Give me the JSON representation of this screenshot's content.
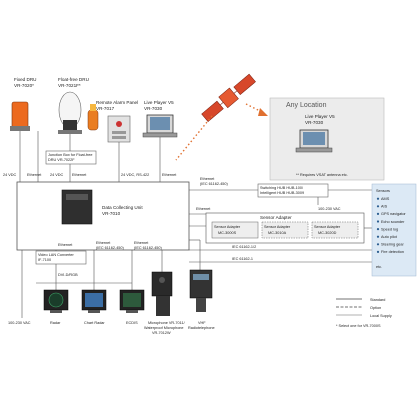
{
  "labels": {
    "float_free_dru_1": "Float-free DRU",
    "float_free_dru_1_model": "VR-7021F*",
    "fixed_dru": "Fixed DRU",
    "fixed_dru_model": "VR-7020*",
    "remote_alarm": "Remote Alarm Panel",
    "remote_alarm_model": "VR-7017",
    "live_player_local": "Live Player V5",
    "live_player_local_model": "VR-7030",
    "any_location": "Any Location",
    "live_player_remote": "Live Player V5",
    "live_player_remote_model": "VR-7030",
    "vsat_note": "** Requires VSAT antenna etc.",
    "junction_box_1": "Junction Box for Float-free",
    "junction_box_2": "DRU VR-7022F",
    "dcu": "Data Collecting Unit",
    "dcu_model": "VR-7010",
    "switching_hub_1": "Switching HUB HUB-100/",
    "switching_hub_2": "Intelligent HUB HUB-3009",
    "power_100_230_right": "100-230 VAC",
    "sensor_adapter": "Sensor Adapter",
    "sa1": "Sensor Adapter",
    "sa1_model": "MC-3000S",
    "sa2": "Sensor Adapter",
    "sa2_model": "MC-3010A",
    "sa3": "Sensor Adapter",
    "sa3_model": "MC-3020D",
    "iec_1_2": "IEC 61162-1/2",
    "iec_1": "IEC 61162-1",
    "video_lan_1": "Video LAN Converter",
    "video_lan_2": "IF-7100",
    "dvi": "DVI-D/RGB",
    "power_100_230_left": "100-230 VAC",
    "radar": "Radar",
    "chart_radar": "Chart Radar",
    "ecdis": "ECDIS",
    "microphone_1": "Microphone VR-7011/",
    "microphone_2": "Waterproof Microphone",
    "microphone_3": "VR-7012W",
    "vhf_1": "VHF",
    "vhf_2": "Radiotelephone",
    "eth_fixed": "Ethernet",
    "eth_float": "Ethernet",
    "vdc_24_a": "24 VDC",
    "vdc_24_b": "24 VDC",
    "vdc_rs422": "24 VDC, RS-422",
    "eth_live": "Ethernet",
    "eth_iec_450_top_1": "Ethernet",
    "eth_iec_450_top_2": "(IEC 61162-450)",
    "eth_dcu_right": "Ethernet",
    "eth_video": "Ethernet",
    "eth_iec_450_b1": "Ethernet",
    "eth_iec_450_b2": "(IEC 61162-450)",
    "eth_iec_450_c1": "Ethernet",
    "eth_iec_450_c2": "(IEC 61162-450)",
    "etc": "etc."
  },
  "sensors": {
    "title": "Sensors",
    "items": [
      "AMS",
      "AIS",
      "GPS navigator",
      "Echo sounder",
      "Speed log",
      "Auto pilot",
      "Steering gear",
      "Fire detection"
    ]
  },
  "legend": {
    "standard": "Standard",
    "option": "Option",
    "local_supply": "Local Supply",
    "note": "* Select one for VR-7000S"
  },
  "colors": {
    "line": "#555555",
    "box_border": "#666666",
    "dcu_fill": "#ffffff",
    "adapter_fill": "#eeeeee",
    "sensor_panel": "#dce9f5",
    "dotted_orange": "#e07030",
    "remote_fill": "#e8e8e8"
  }
}
